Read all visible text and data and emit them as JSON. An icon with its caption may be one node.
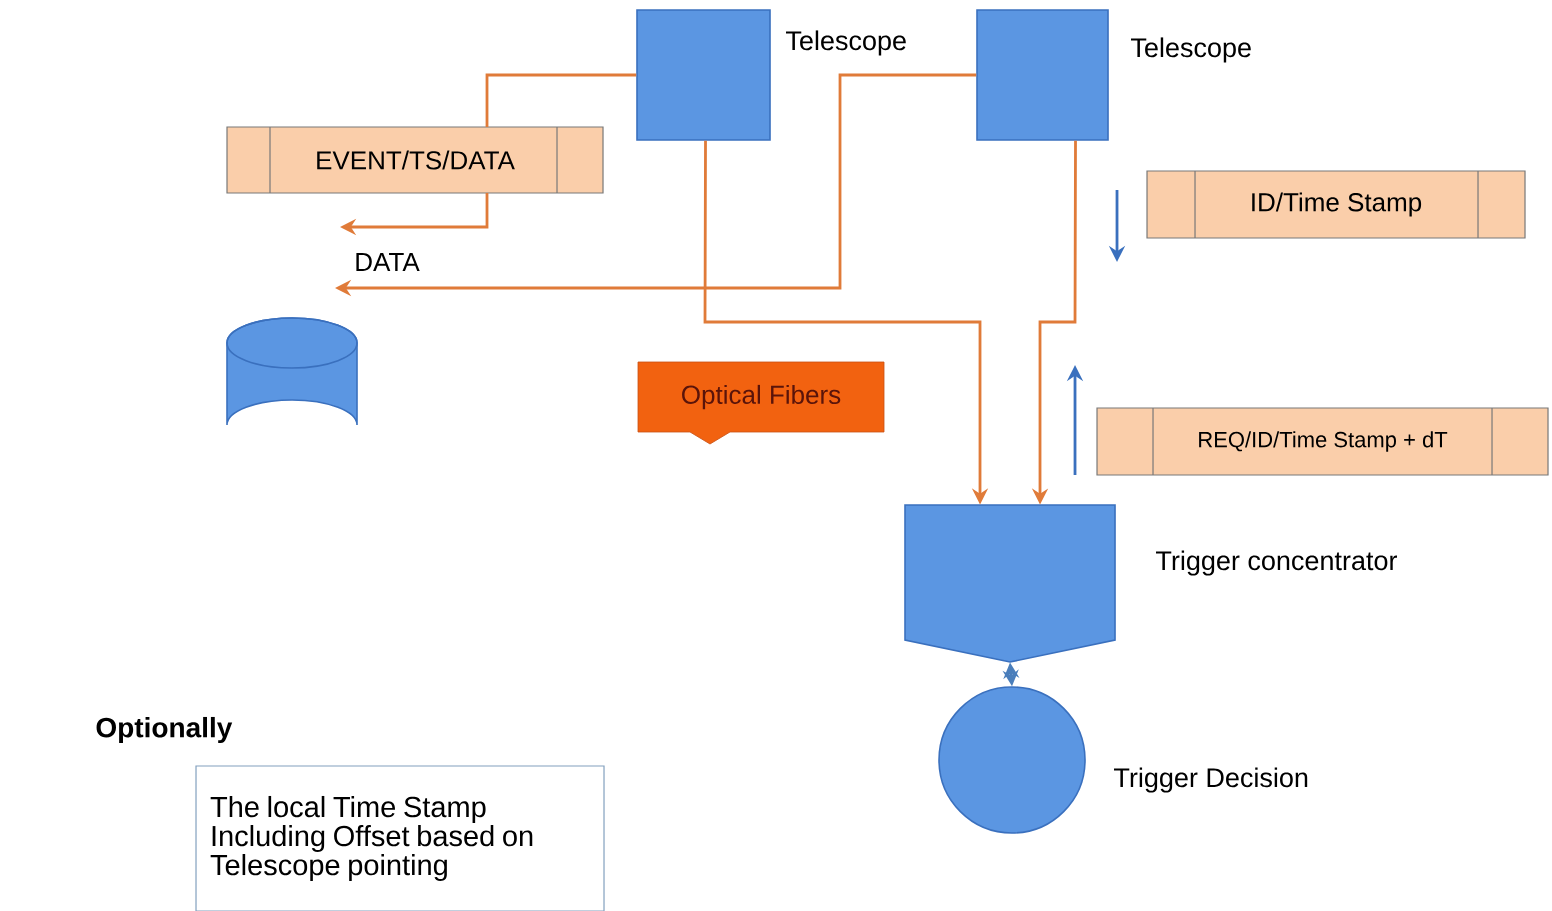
{
  "diagram": {
    "nodes": [
      {
        "text": [],
        "shape": "box",
        "beside": [
          "Telescope"
        ]
      },
      {
        "text": [],
        "shape": "box",
        "beside": [
          "Telescope"
        ]
      },
      {
        "text": [
          "EVENT/TS/DATA"
        ]
      },
      {
        "text": [],
        "shape": "cylinder"
      },
      {
        "text": [
          "Optical Fibers"
        ]
      },
      {
        "text": [
          "ID/Time Stamp"
        ]
      },
      {
        "text": [
          "REQ/ID/Time Stamp + dT"
        ]
      },
      {
        "text": [],
        "shape": "pentagon",
        "beside": [
          "Trigger concentrator"
        ]
      },
      {
        "text": [],
        "shape": "circle",
        "beside": [
          "Trigger Decision"
        ]
      },
      {
        "text": [
          "The local Time Stamp Including Offset based on Telescope pointing"
        ]
      }
    ],
    "edges": [
      {
        "from": 0,
        "to": null,
        "arrow": "to"
      },
      {
        "from": 1,
        "to": null,
        "arrow": "to",
        "label": "DATA"
      },
      {
        "from": 0,
        "to": 7,
        "arrow": "to"
      },
      {
        "from": 1,
        "to": 7,
        "arrow": "to"
      },
      {
        "from": 7,
        "to": 8,
        "arrow": "both",
        "color": "#4a7ebb"
      }
    ],
    "labels": [
      "Optionally"
    ]
  }
}
